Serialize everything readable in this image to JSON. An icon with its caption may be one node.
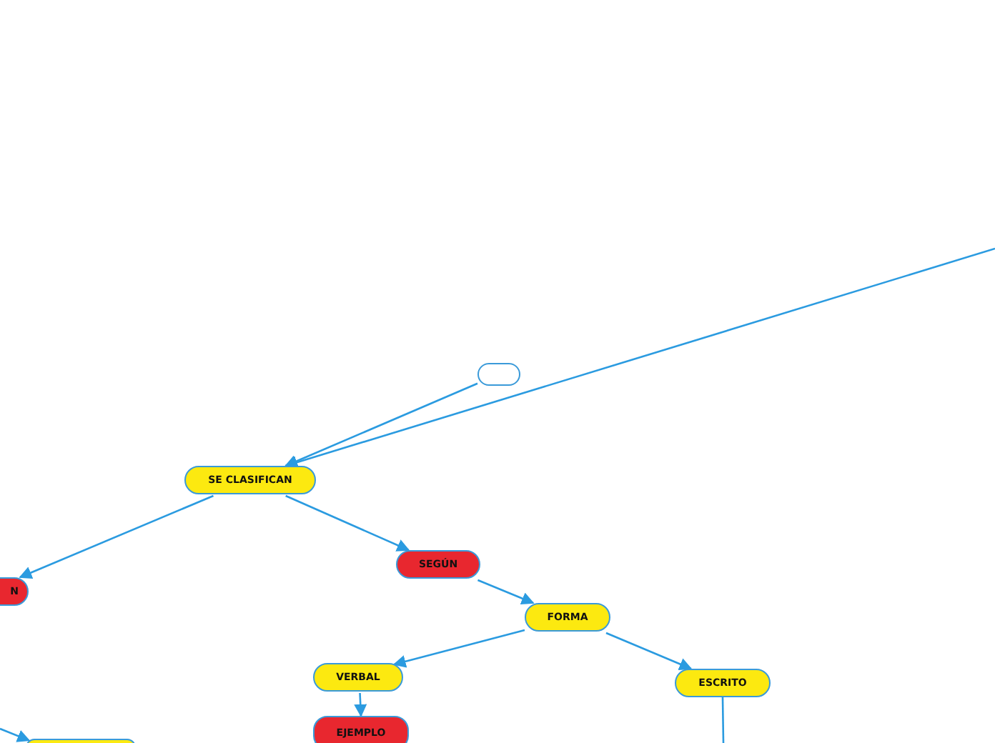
{
  "diagram": {
    "nodes": [
      {
        "text": [],
        "shape": "box"
      },
      {
        "text": [
          "SE CLASIFICAN"
        ]
      },
      {
        "text": [
          "N"
        ]
      },
      {
        "text": [
          "SEGÚN"
        ]
      },
      {
        "text": [
          "FORMA"
        ]
      },
      {
        "text": [
          "VERBAL"
        ]
      },
      {
        "text": [
          "ESCRITO"
        ]
      },
      {
        "text": [
          "EJEMPLO"
        ]
      },
      {
        "text": [],
        "shape": "box"
      }
    ],
    "edges": [
      {
        "from": null,
        "to": 1,
        "arrow": "to"
      },
      {
        "from": 0,
        "to": 1,
        "arrow": "to"
      },
      {
        "from": 1,
        "to": 2,
        "arrow": "to"
      },
      {
        "from": 1,
        "to": 3,
        "arrow": "to"
      },
      {
        "from": 3,
        "to": 4,
        "arrow": "to"
      },
      {
        "from": 4,
        "to": 5,
        "arrow": "to"
      },
      {
        "from": 4,
        "to": 6,
        "arrow": "to"
      },
      {
        "from": 5,
        "to": 7,
        "arrow": "to"
      },
      {
        "from": null,
        "to": 8,
        "arrow": "to"
      },
      {
        "from": 6,
        "to": null,
        "arrow": "none"
      }
    ]
  }
}
